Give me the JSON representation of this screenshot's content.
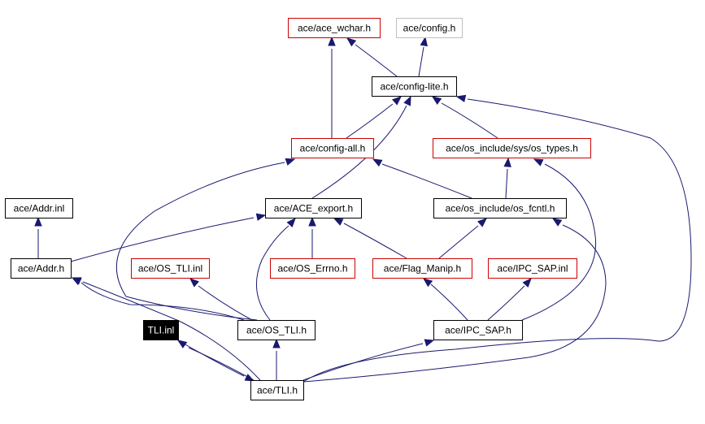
{
  "diagram": {
    "nodes": [
      {
        "id": "ace_wchar",
        "label": "ace/ace_wchar.h",
        "style": "red"
      },
      {
        "id": "config",
        "label": "ace/config.h",
        "style": "gray"
      },
      {
        "id": "config_lite",
        "label": "ace/config-lite.h",
        "style": "black"
      },
      {
        "id": "config_all",
        "label": "ace/config-all.h",
        "style": "red"
      },
      {
        "id": "os_types",
        "label": "ace/os_include/sys/os_types.h",
        "style": "red"
      },
      {
        "id": "addr_inl",
        "label": "ace/Addr.inl",
        "style": "black"
      },
      {
        "id": "ace_export",
        "label": "ace/ACE_export.h",
        "style": "black"
      },
      {
        "id": "os_fcntl",
        "label": "ace/os_include/os_fcntl.h",
        "style": "black"
      },
      {
        "id": "addr_h",
        "label": "ace/Addr.h",
        "style": "black"
      },
      {
        "id": "os_tli_inl",
        "label": "ace/OS_TLI.inl",
        "style": "red"
      },
      {
        "id": "os_errno",
        "label": "ace/OS_Errno.h",
        "style": "red"
      },
      {
        "id": "flag_manip",
        "label": "ace/Flag_Manip.h",
        "style": "red"
      },
      {
        "id": "ipc_sap_inl",
        "label": "ace/IPC_SAP.inl",
        "style": "red"
      },
      {
        "id": "tli_inl",
        "label": "TLI.inl",
        "style": "filled"
      },
      {
        "id": "os_tli_h",
        "label": "ace/OS_TLI.h",
        "style": "black"
      },
      {
        "id": "ipc_sap_h",
        "label": "ace/IPC_SAP.h",
        "style": "black"
      },
      {
        "id": "tli_h",
        "label": "ace/TLI.h",
        "style": "black"
      }
    ],
    "edges": [
      {
        "from": "config_all",
        "to": "ace_wchar"
      },
      {
        "from": "config_lite",
        "to": "ace_wchar"
      },
      {
        "from": "config_lite",
        "to": "config"
      },
      {
        "from": "config_all",
        "to": "config_lite"
      },
      {
        "from": "os_types",
        "to": "config_lite"
      },
      {
        "from": "ace_export",
        "to": "config_lite"
      },
      {
        "from": "tli_h",
        "to": "config_lite"
      },
      {
        "from": "os_fcntl",
        "to": "config_all"
      },
      {
        "from": "os_tli_h",
        "to": "config_all"
      },
      {
        "from": "os_fcntl",
        "to": "os_types"
      },
      {
        "from": "ipc_sap_h",
        "to": "os_types"
      },
      {
        "from": "addr_h",
        "to": "addr_inl"
      },
      {
        "from": "addr_h",
        "to": "ace_export"
      },
      {
        "from": "os_tli_h",
        "to": "ace_export"
      },
      {
        "from": "os_errno",
        "to": "ace_export"
      },
      {
        "from": "flag_manip",
        "to": "ace_export"
      },
      {
        "from": "flag_manip",
        "to": "os_fcntl"
      },
      {
        "from": "tli_h",
        "to": "os_fcntl"
      },
      {
        "from": "os_tli_h",
        "to": "os_tli_inl"
      },
      {
        "from": "tli_h",
        "to": "addr_h"
      },
      {
        "from": "os_tli_h",
        "to": "addr_h"
      },
      {
        "from": "ipc_sap_h",
        "to": "flag_manip"
      },
      {
        "from": "ipc_sap_h",
        "to": "ipc_sap_inl"
      },
      {
        "from": "tli_h",
        "to": "tli_inl"
      },
      {
        "from": "tli_inl",
        "to": "tli_h"
      },
      {
        "from": "tli_h",
        "to": "os_tli_h"
      },
      {
        "from": "tli_h",
        "to": "ipc_sap_h"
      }
    ]
  }
}
